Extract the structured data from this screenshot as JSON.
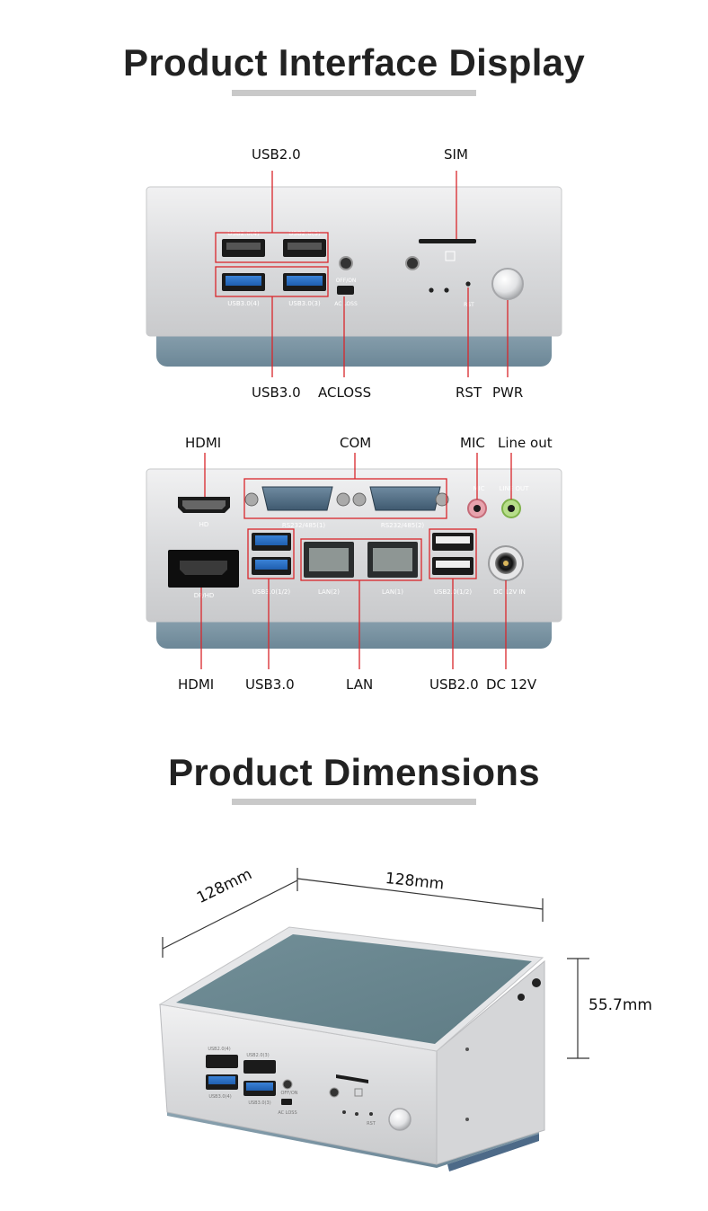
{
  "interface": {
    "title": "Product Interface Display",
    "front_labels": {
      "usb20": "USB2.0",
      "sim": "SIM",
      "usb30": "USB3.0",
      "acloss": "ACLOSS",
      "rst": "RST",
      "pwr": "PWR"
    },
    "back_labels": {
      "hdmi_top": "HDMI",
      "com": "COM",
      "mic": "MIC",
      "line_out": "Line out",
      "hdmi_bottom": "HDMI",
      "usb30": "USB3.0",
      "lan": "LAN",
      "usb20": "USB2.0",
      "dc": "DC 12V"
    },
    "front_silk": {
      "usb2_4": "USB2.0(4)",
      "usb2_3": "USB2.0(3)",
      "usb3_4": "USB3.0(4)",
      "usb3_3": "USB3.0(3)",
      "off_on": "OFF/ON",
      "ac_loss": "AC LOSS",
      "rst": "RST"
    },
    "back_silk": {
      "hd": "HD",
      "dp_hd": "DP/HD",
      "rs1": "RS232/485(1)",
      "rs2": "RS232/485(2)",
      "usb3_12": "USB3.0(1/2)",
      "lan2": "LAN(2)",
      "lan1": "LAN(1)",
      "usb2_12": "USB2.0(1/2)",
      "dc_in": "DC 12V IN",
      "mic": "MIC",
      "line_out": "LINE OUT"
    }
  },
  "dimensions": {
    "title": "Product Dimensions",
    "depth": "128mm",
    "width": "128mm",
    "height": "55.7mm"
  },
  "colors": {
    "accent_red": "#d9262b",
    "silver": "#d8d9db",
    "base_blue": "#7b96a6",
    "top_teal": "#68858d",
    "underline_gray": "#c9c9c9"
  }
}
